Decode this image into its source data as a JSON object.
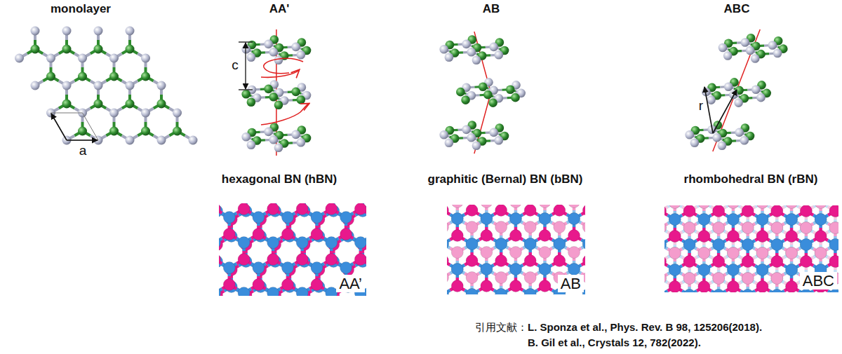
{
  "diagram": {
    "labels": [
      "monolayer",
      "AA'",
      "AB",
      "ABC",
      "a",
      "c",
      "r",
      "hexagonal BN (hBN)",
      "graphitic (Bernal) BN (bBN)",
      "rhombohedral BN (rBN)",
      "AA’",
      "AB",
      "ABC",
      "引用文献：",
      "L. Sponza et al., Phys. Rev. B 98, 125206(2018).",
      "B. Gil et al., Crystals 12, 782(2022)."
    ]
  }
}
